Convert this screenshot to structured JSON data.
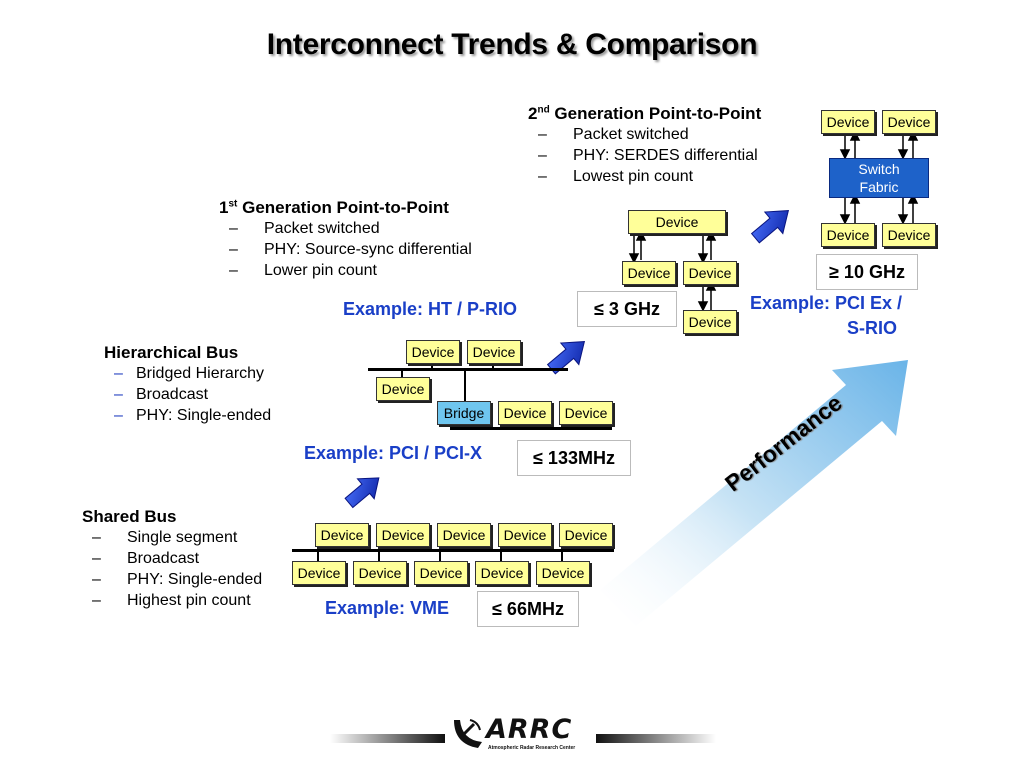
{
  "title": "Interconnect Trends & Comparison",
  "gen2": {
    "head_prefix": "2",
    "head_sup": "nd",
    "head_rest": " Generation Point-to-Point",
    "bullets": [
      "Packet switched",
      "PHY: SERDES differential",
      "Lowest pin count"
    ]
  },
  "gen1": {
    "head_prefix": "1",
    "head_sup": "st",
    "head_rest": " Generation Point-to-Point",
    "bullets": [
      "Packet switched",
      "PHY: Source-sync differential",
      "Lower pin count"
    ]
  },
  "hier": {
    "head": "Hierarchical Bus",
    "bullets": [
      "Bridged Hierarchy",
      "Broadcast",
      "PHY: Single-ended"
    ]
  },
  "shared": {
    "head": "Shared Bus",
    "bullets": [
      "Single segment",
      "Broadcast",
      "PHY: Single-ended",
      "Highest pin count"
    ]
  },
  "dash": "–",
  "device_label": "Device",
  "bridge_label": "Bridge",
  "switch_label_1": "Switch",
  "switch_label_2": "Fabric",
  "examples": {
    "vme": "Example: VME",
    "pci": "Example: PCI / PCI-X",
    "ht": "Example: HT / P-RIO",
    "pcie_1": "Example: PCI Ex /",
    "pcie_2": "S-RIO"
  },
  "freqs": {
    "vme": "≤ 66MHz",
    "pci": "≤ 133MHz",
    "ht": "≤ 3 GHz",
    "pcie": "≥ 10 GHz"
  },
  "performance": "Performance",
  "logo": {
    "text": "ARRC",
    "subtext": "Atmospheric Radar Research Center"
  },
  "colors": {
    "device_fill": "#ffff99",
    "bridge_fill": "#6fc6ef",
    "switch_fill": "#1e62c9",
    "example_text": "#1a3fc7",
    "arrow_blue": "#1a3fd0"
  }
}
